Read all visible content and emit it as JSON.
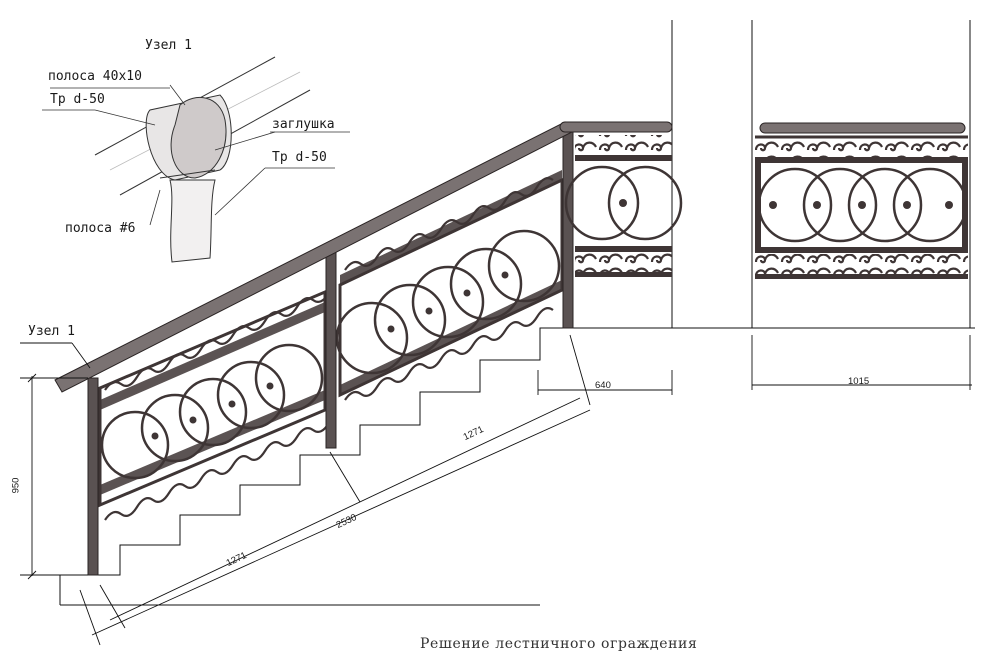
{
  "labels": {
    "node_top": "Узел 1",
    "strip_40x10": "полоса 40x10",
    "pipe_1": "Тр d-50",
    "cap": "заглушка",
    "pipe_2": "Тр d-50",
    "strip_6": "полоса #6",
    "node_left": "Узел 1"
  },
  "dimensions": {
    "height": "950",
    "landing": "640",
    "panel_width": "1015",
    "segment_upper": "1271",
    "total": "2530",
    "segment_lower": "1271"
  },
  "caption": "Решение лестничного ограждения",
  "colors": {
    "metal": "#3e3535",
    "metal_light": "#8a8282",
    "line": "#111111"
  }
}
